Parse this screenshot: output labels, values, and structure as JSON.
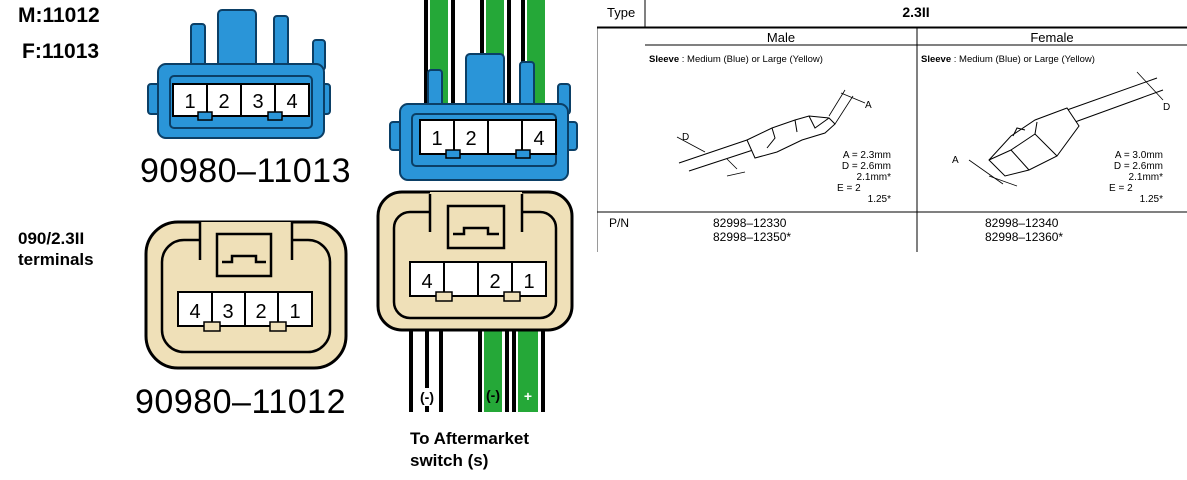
{
  "labels": {
    "male": "M:11012",
    "female": "F:11013",
    "terminals_line1": "090/2.3II",
    "terminals_line2": "terminals",
    "part_top": "90980–11013",
    "part_bottom": "90980–11012",
    "aftermarket_line1": "To Aftermarket",
    "aftermarket_line2": "switch (s)"
  },
  "connectors": {
    "blue_left_pins": [
      "1",
      "2",
      "3",
      "4"
    ],
    "blue_right_pins": [
      "1",
      "2",
      "",
      "4"
    ],
    "tan_left_pins": [
      "4",
      "3",
      "2",
      "1"
    ],
    "tan_right_pins": [
      "4",
      "",
      "2",
      "1"
    ]
  },
  "wires": {
    "label_1": "(-)",
    "label_2": "(-)",
    "label_3": "+"
  },
  "colors": {
    "blue": "#2a95d8",
    "tan": "#efe0b8",
    "green": "#25a838"
  },
  "spec_table": {
    "type_label": "Type",
    "type_value": "2.3II",
    "col_male": "Male",
    "col_female": "Female",
    "sleeve_label": "Sleeve",
    "male_sleeve": " : Medium (Blue) or Large (Yellow)",
    "female_sleeve": " : Medium (Blue) or Large (Yellow)",
    "male_dims": [
      "A = 2.3mm",
      "D = 2.6mm",
      "2.1mm*",
      "E = 2",
      "1.25*"
    ],
    "female_dims": [
      "A = 3.0mm",
      "D = 2.6mm",
      "2.1mm*",
      "E = 2",
      "1.25*"
    ],
    "pn_label": "P/N",
    "male_pn": [
      "82998–12330",
      "82998–12350*"
    ],
    "female_pn": [
      "82998–12340",
      "82998–12360*"
    ],
    "callout_a": "A",
    "callout_d": "D"
  }
}
